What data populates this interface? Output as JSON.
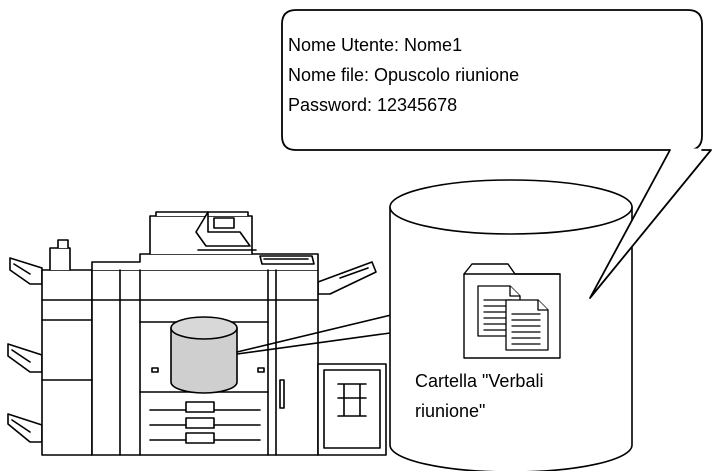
{
  "callout": {
    "user_line": "Nome Utente: Nome1",
    "file_line": "Nome file: Opuscolo riunione",
    "password_line": "Password: 12345678"
  },
  "folder": {
    "label_line1": "Cartella \"Verbali",
    "label_line2": "riunione\""
  },
  "colors": {
    "line": "#000000",
    "fill": "#ffffff",
    "storage_fill": "#cfcfcf"
  }
}
